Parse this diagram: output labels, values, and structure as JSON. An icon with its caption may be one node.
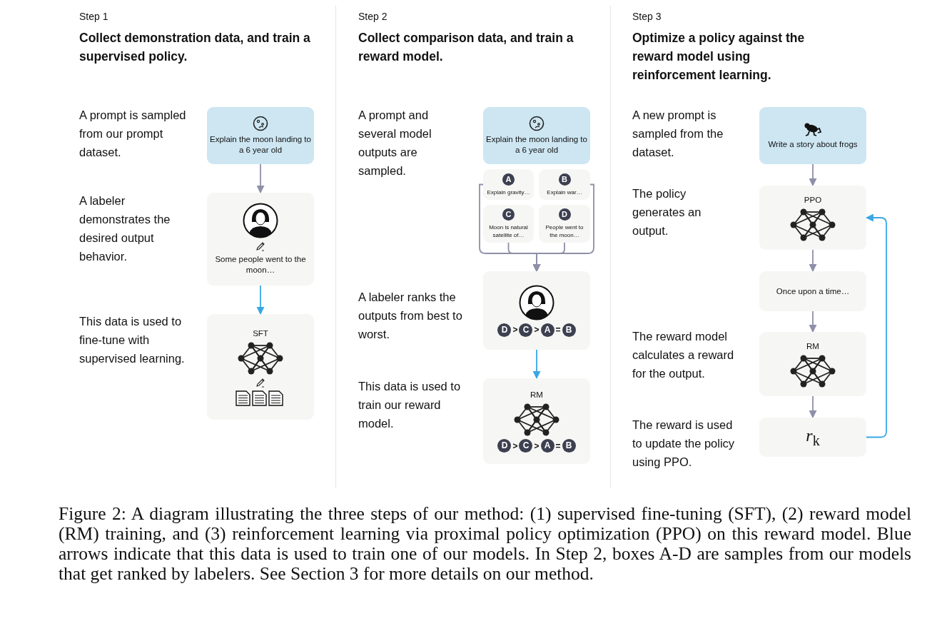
{
  "diagram": {
    "caption": "Figure 2: A diagram illustrating the three steps of our method: (1) supervised fine-tuning (SFT), (2) reward model (RM) training, and (3) reinforcement learning via proximal policy optimization (PPO) on this reward model. Blue arrows indicate that this data is used to train one of our models. In Step 2, boxes A-D are samples from our models that get ranked by labelers. See Section 3 for more details on our method.",
    "nodes": [
      {
        "text": [
          "Explain the moon landing to a 6 year old"
        ]
      },
      {
        "text": [
          "Some people went to the moon…"
        ]
      },
      {
        "text": [
          "SFT"
        ]
      },
      {
        "text": [
          "Explain the moon landing to a 6 year old"
        ]
      },
      {
        "text": [
          "A",
          "Explain gravity…"
        ]
      },
      {
        "text": [
          "B",
          "Explain war…"
        ]
      },
      {
        "text": [
          "C",
          "Moon is natural satellite of…"
        ]
      },
      {
        "text": [
          "D",
          "People went to the moon…"
        ]
      },
      {
        "text": [
          "D > C > A = B"
        ]
      },
      {
        "text": [
          "RM",
          "D > C > A = B"
        ]
      },
      {
        "text": [
          "Write a story about frogs"
        ]
      },
      {
        "text": [
          "PPO"
        ]
      },
      {
        "text": [
          "Once upon a time…"
        ]
      },
      {
        "text": [
          "RM"
        ]
      },
      {
        "text": [
          "*r*$_{k}$"
        ]
      }
    ],
    "edges": [
      {
        "from": 0,
        "to": 1,
        "arrow": "to"
      },
      {
        "from": 1,
        "to": 2,
        "arrow": "to",
        "color": "#3aa6e3"
      },
      {
        "from": 4,
        "to": 8,
        "arrow": "to"
      },
      {
        "from": 5,
        "to": 8,
        "arrow": "to"
      },
      {
        "from": 6,
        "to": 8,
        "arrow": "to"
      },
      {
        "from": 7,
        "to": 8,
        "arrow": "to"
      },
      {
        "from": 8,
        "to": 9,
        "arrow": "to",
        "color": "#3aa6e3"
      },
      {
        "from": 10,
        "to": 11,
        "arrow": "to"
      },
      {
        "from": 11,
        "to": 12,
        "arrow": "to"
      },
      {
        "from": 12,
        "to": 13,
        "arrow": "to"
      },
      {
        "from": 13,
        "to": 14,
        "arrow": "to"
      },
      {
        "from": 14,
        "to": 11,
        "arrow": "to",
        "color": "#3aa6e3"
      }
    ],
    "labels": [
      "Step 1",
      "Collect demonstration data, and train a supervised policy.",
      "A prompt is sampled from our prompt dataset.",
      "A labeler demonstrates the desired output behavior.",
      "This data is used to fine-tune with supervised learning.",
      "Step 2",
      "Collect comparison data, and train a reward model.",
      "A prompt and several model outputs are sampled.",
      "A labeler ranks the outputs from best to worst.",
      "This data is used to train our reward model.",
      "Step 3",
      "Optimize a policy against the reward model using reinforcement learning.",
      "A new prompt is sampled from the dataset.",
      "The policy generates an output.",
      "The reward model calculates a reward for the output.",
      "The reward is used to update the policy using PPO."
    ]
  }
}
